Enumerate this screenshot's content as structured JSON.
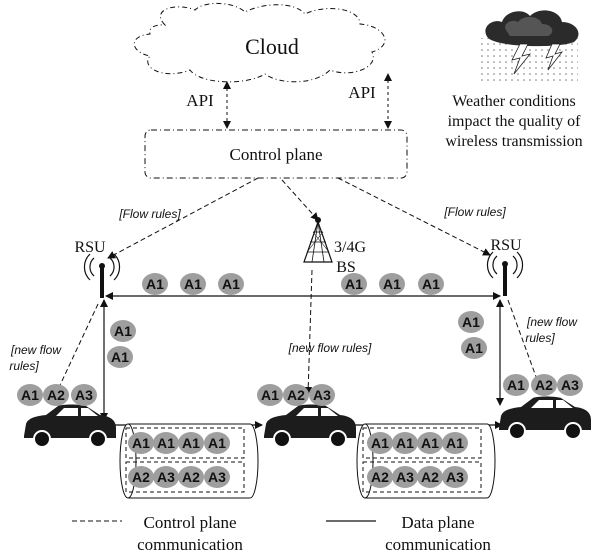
{
  "cloud": {
    "label": "Cloud"
  },
  "api": {
    "left": "API",
    "right": "API"
  },
  "control_plane": {
    "label": "Control plane"
  },
  "weather": {
    "line1": "Weather conditions",
    "line2": "impact the quality of",
    "line3": "wireless transmission"
  },
  "flow_rules": {
    "left": "[Flow rules]",
    "right": "[Flow rules]"
  },
  "base_station": {
    "line1": "3/4G",
    "line2": "BS"
  },
  "rsu": {
    "left": "RSU",
    "right": "RSU"
  },
  "new_flow_rules": {
    "left_line1": "[new flow",
    "left_line2": "rules]",
    "center": "[new flow rules]",
    "right_line1": "[new flow",
    "right_line2": "rules]"
  },
  "packets": {
    "top_left": [
      "A1",
      "A1",
      "A1"
    ],
    "top_right": [
      "A1",
      "A1",
      "A1"
    ],
    "left_vertical": [
      "A1",
      "A1"
    ],
    "right_vertical": [
      "A1",
      "A1"
    ],
    "car_left": [
      "A1",
      "A2",
      "A3"
    ],
    "car_center": [
      "A1",
      "A2",
      "A3"
    ],
    "car_right": [
      "A1",
      "A2",
      "A3"
    ],
    "tube_left_top": [
      "A1",
      "A1",
      "A1",
      "A1"
    ],
    "tube_left_bottom": [
      "A2",
      "A3",
      "A2",
      "A3"
    ],
    "tube_right_top": [
      "A1",
      "A1",
      "A1",
      "A1"
    ],
    "tube_right_bottom": [
      "A2",
      "A3",
      "A2",
      "A3"
    ]
  },
  "legend": {
    "control_line1": "Control plane",
    "control_line2": "communication",
    "data_line1": "Data plane",
    "data_line2": "communication"
  },
  "icons": [
    "cloud-icon",
    "storm-cloud-icon",
    "cell-tower-icon",
    "rsu-antenna-icon",
    "car-icon"
  ],
  "colors": {
    "packet_fill": "#9e9e9e",
    "line": "#111111"
  }
}
